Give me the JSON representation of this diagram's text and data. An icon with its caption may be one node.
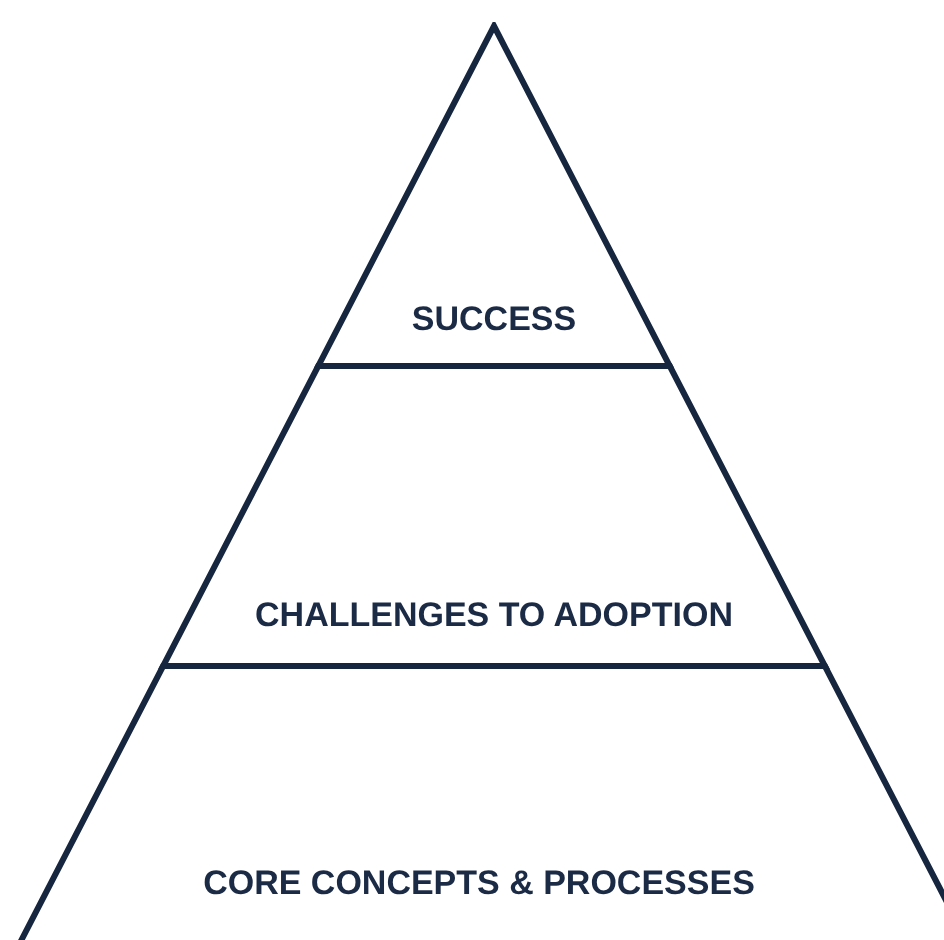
{
  "diagram": {
    "nodes": [
      {
        "text": [
          "SUCCESS"
        ]
      },
      {
        "text": [
          "CHALLENGES TO ADOPTION"
        ]
      },
      {
        "text": [
          "CORE CONCEPTS & PROCESSES"
        ]
      }
    ]
  }
}
